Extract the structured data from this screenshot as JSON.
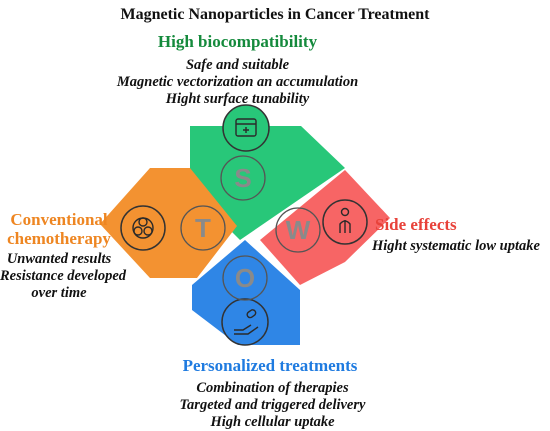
{
  "title": "Magnetic Nanoparticles in Cancer Treatment",
  "strengths": {
    "letter": "S",
    "heading": "High biocompatibility",
    "items": [
      "Safe and suitable",
      "Magnetic vectorization an accumulation",
      "Hight surface tunability"
    ],
    "color": "#28c779",
    "icon": "medical-kit-icon"
  },
  "weaknesses": {
    "letter": "W",
    "heading": "Side effects",
    "items": [
      "Hight systematic low uptake"
    ],
    "color": "#f76565",
    "icon": "person-icon"
  },
  "threats": {
    "letter": "T",
    "heading_lines": [
      "Conventional",
      "chemotherapy"
    ],
    "items": [
      "Unwanted results",
      "Resistance developed",
      "over time"
    ],
    "color": "#f39231",
    "icon": "biohazard-icon"
  },
  "opportunities": {
    "letter": "O",
    "heading": "Personalized treatments",
    "items": [
      "Combination of therapies",
      "Targeted and triggered delivery",
      "High cellular uptake"
    ],
    "color": "#2f86e6",
    "icon": "hand-with-pill-icon"
  }
}
